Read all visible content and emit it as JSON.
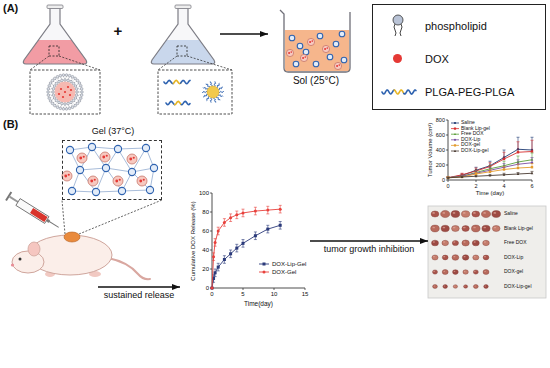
{
  "diagram": {
    "nodes": [
      {
        "text": [
          "Sol (25°C)"
        ]
      },
      {
        "text": [
          "Gel (37°C)"
        ]
      },
      {
        "text": [
          "Cumulative DOX Release (%)",
          "Time(day)"
        ]
      },
      {
        "text": [
          "Tumor Volume (cm³)",
          "Time (day)"
        ]
      },
      {
        "text": [
          "Saline",
          "Blank Lip-gel",
          "Free DOX",
          "DOX-Lip",
          "DOX-gel",
          "DOX-Lip-gel"
        ]
      }
    ],
    "edges": [
      {
        "from": 2,
        "to": 4,
        "label": "tumor growth inhibition",
        "arrow": "to"
      }
    ],
    "labels": [
      "(A)",
      "+",
      "(B)",
      "sustained release",
      "0",
      "20",
      "40",
      "60",
      "80",
      "100",
      "0",
      "5",
      "10",
      "15",
      "DOX-Lip-Gel",
      "DOX-Gel",
      "0",
      "200",
      "400",
      "600",
      "800",
      "0",
      "2",
      "4",
      "6",
      "Saline",
      "Blank Lip-gel",
      "Free DOX",
      "DOX-Lip",
      "DOX-gel",
      "DOX-Lip-gel"
    ],
    "legend": [
      {
        "text": "phospholipid"
      },
      {
        "text": "DOX",
        "color": "#e53935"
      },
      {
        "text": "PLGA-PEG-PLGA"
      }
    ]
  }
}
